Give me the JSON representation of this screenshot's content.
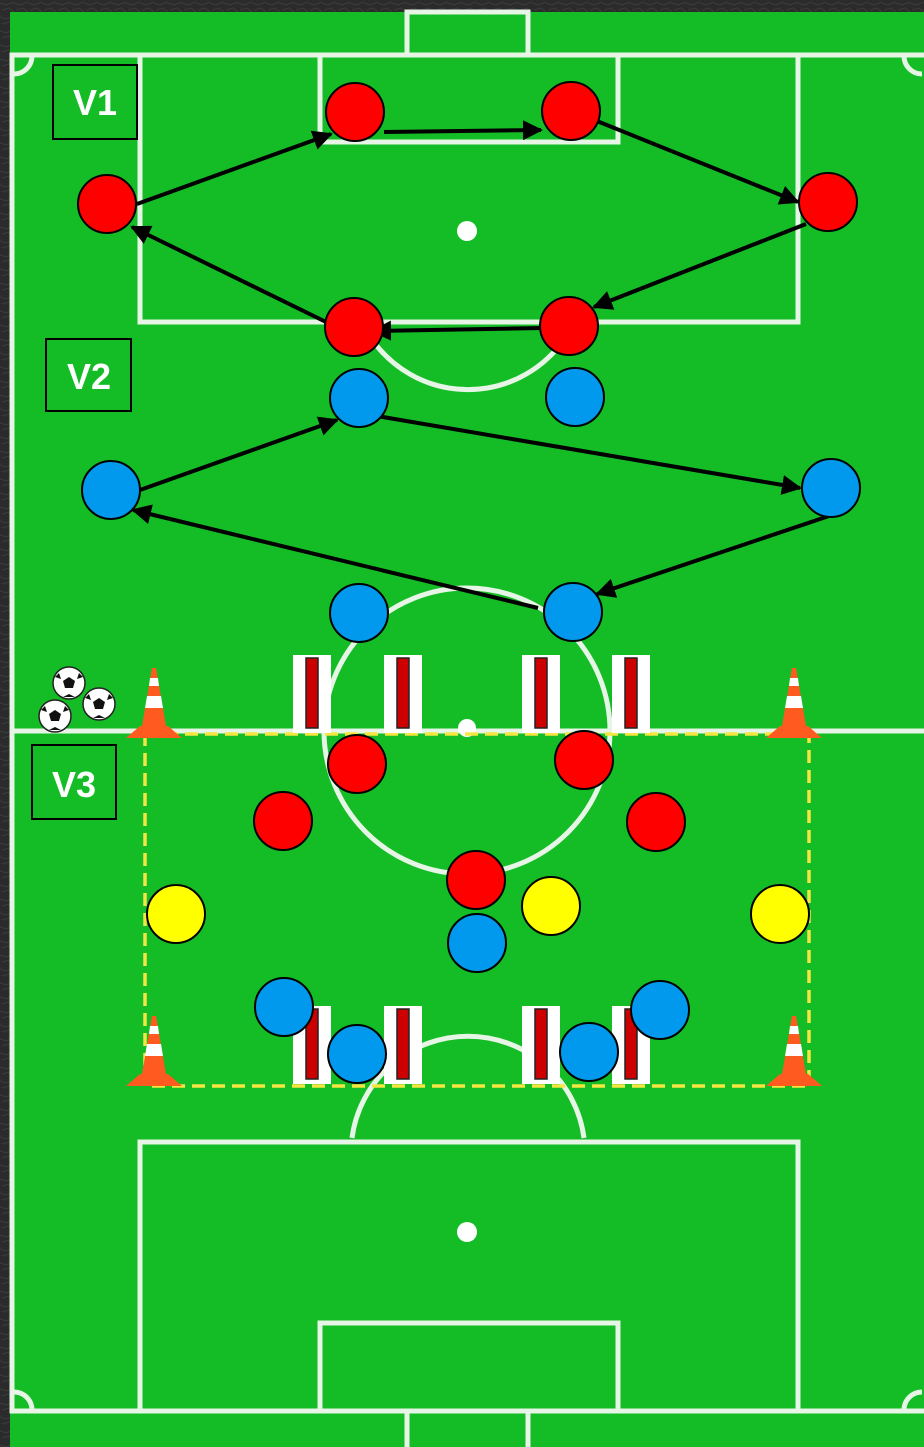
{
  "labels": {
    "v1": "V1",
    "v2": "V2",
    "v3": "V3"
  },
  "colors": {
    "pitch": "#14bd25",
    "pitch_line": "#e6f5e6",
    "border": "#2b2b2b",
    "red_player": "#ff0000",
    "blue_player": "#0099ee",
    "yellow_player": "#ffff00",
    "drill_zone_border": "#f5e642",
    "arrow": "#000000",
    "cone_orange": "#ff5a1f",
    "mannequin_red": "#cc0000"
  },
  "icons": {
    "player": "filled-circle",
    "cone": "training-cone-icon",
    "mannequin": "mannequin-dummy-icon",
    "ball": "soccer-ball-icon"
  },
  "drill_sections": [
    "V1",
    "V2",
    "V3"
  ],
  "player_groups": {
    "v1_red_count": 6,
    "v2_blue_count": 6,
    "v3_red_count": 5,
    "v3_yellow_count": 3,
    "v3_blue_count": 5
  }
}
